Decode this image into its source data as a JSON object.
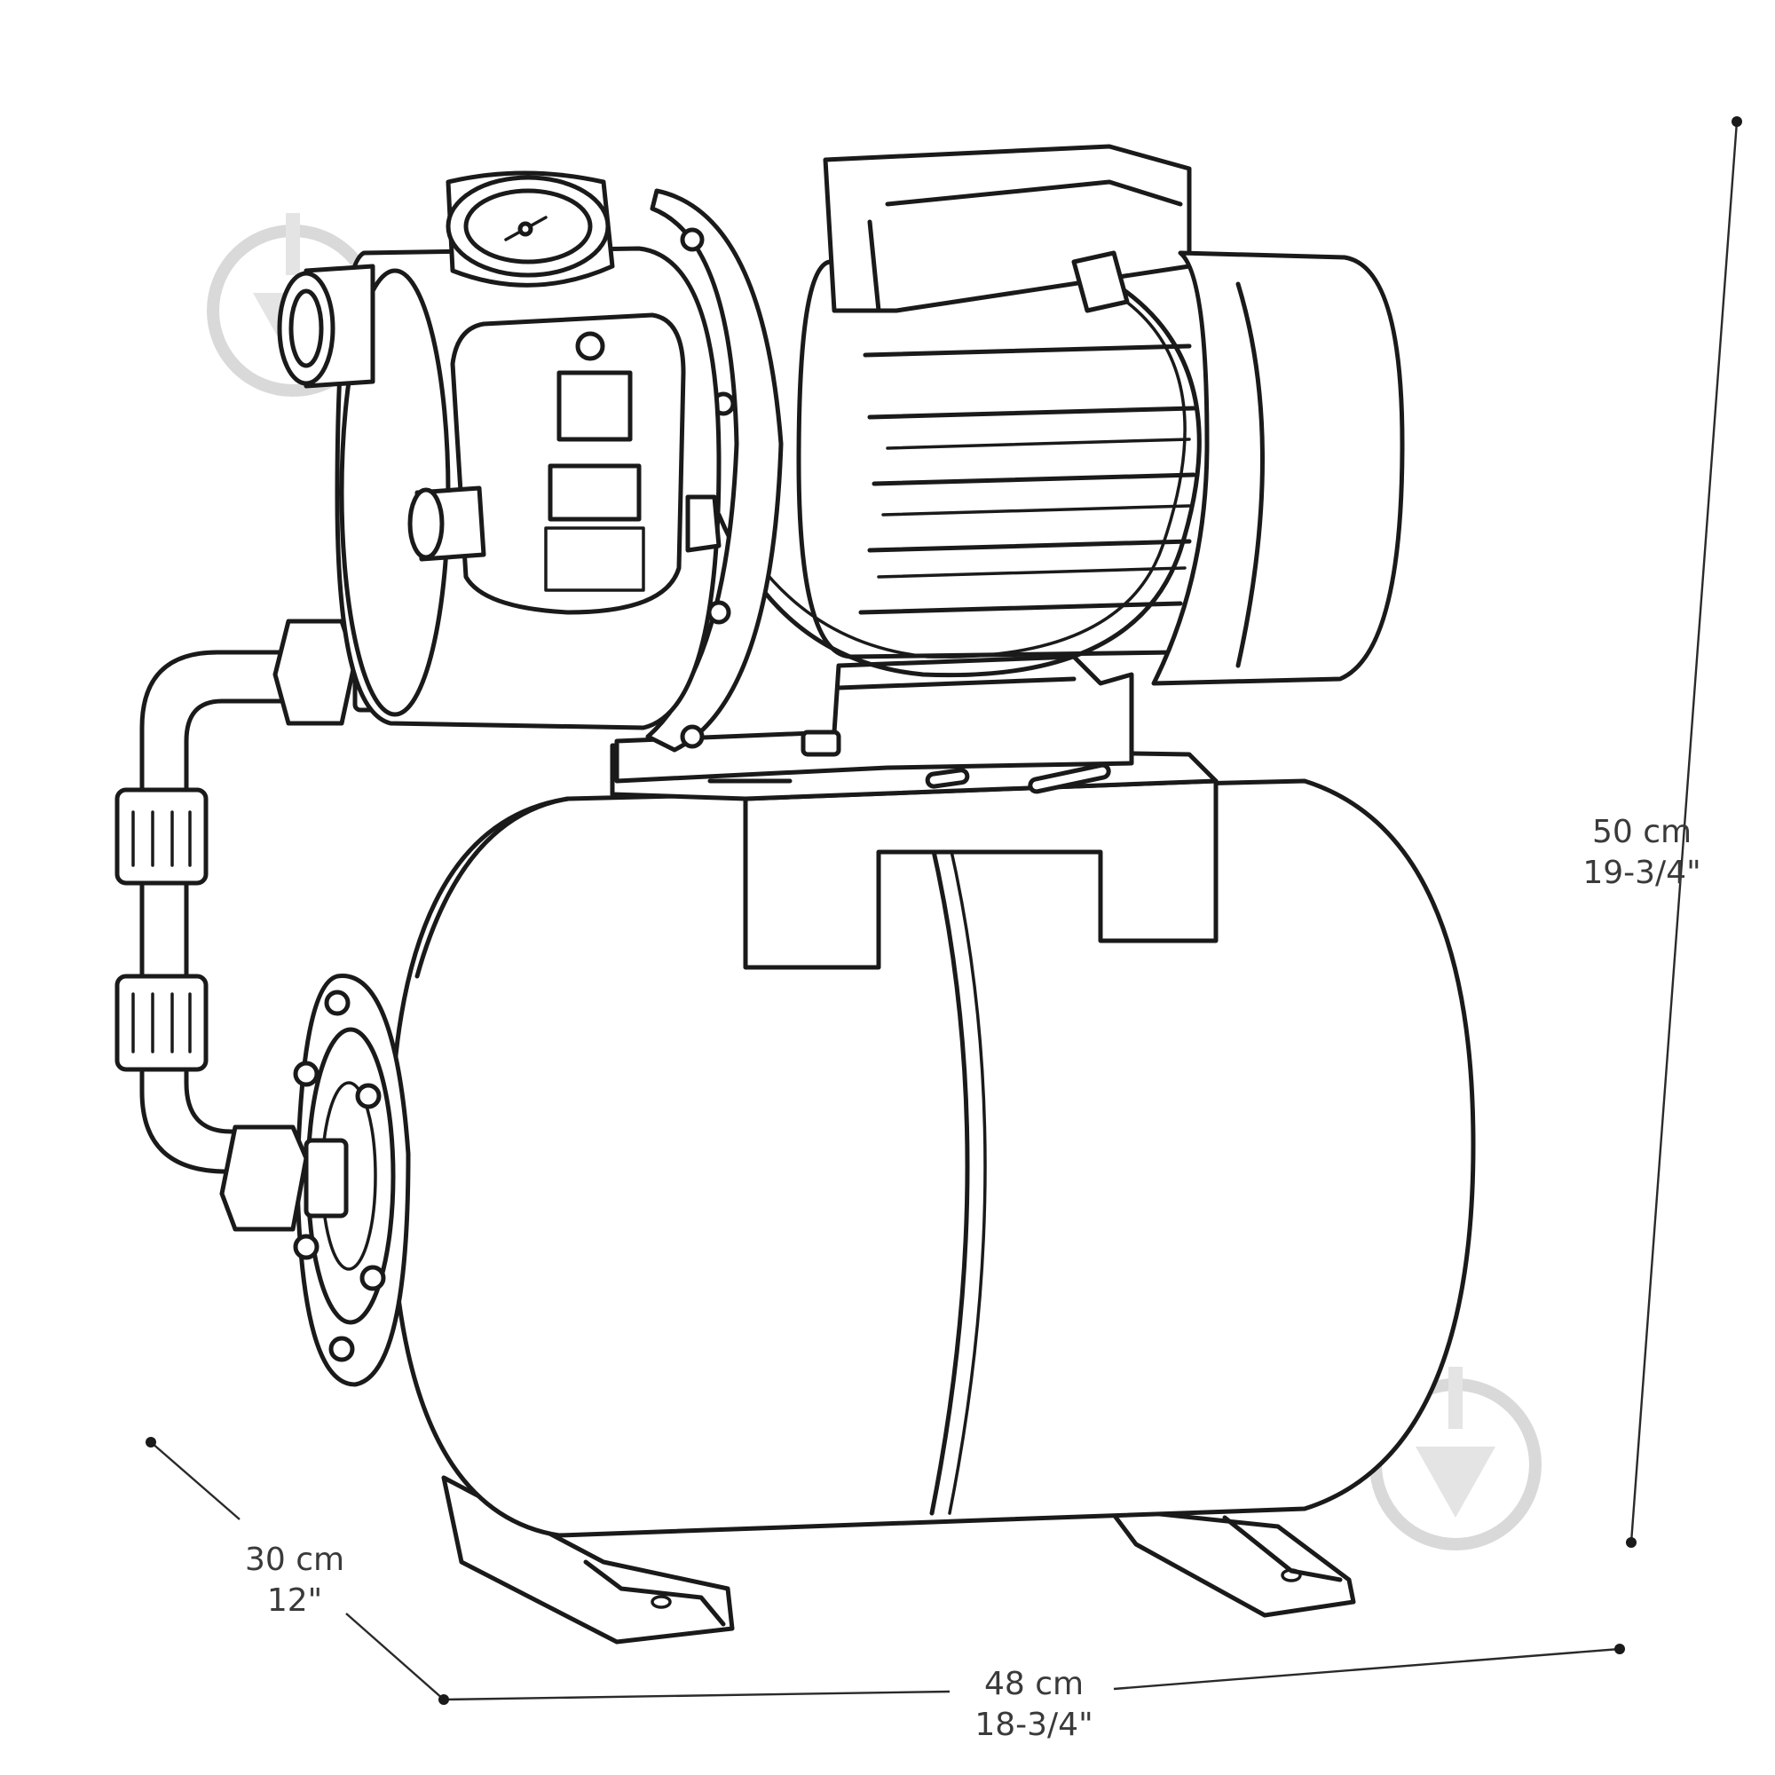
{
  "dimensions": {
    "height": {
      "metric": "50 cm",
      "imperial": "19-3/4\""
    },
    "depth": {
      "metric": "30 cm",
      "imperial": "12\""
    },
    "width": {
      "metric": "48 cm",
      "imperial": "18-3/4\""
    }
  },
  "colors": {
    "ink": "#1a1a1a",
    "background": "#ffffff",
    "watermark": "#d9d9d9"
  },
  "icons": [
    "watermark-logo-icon"
  ]
}
